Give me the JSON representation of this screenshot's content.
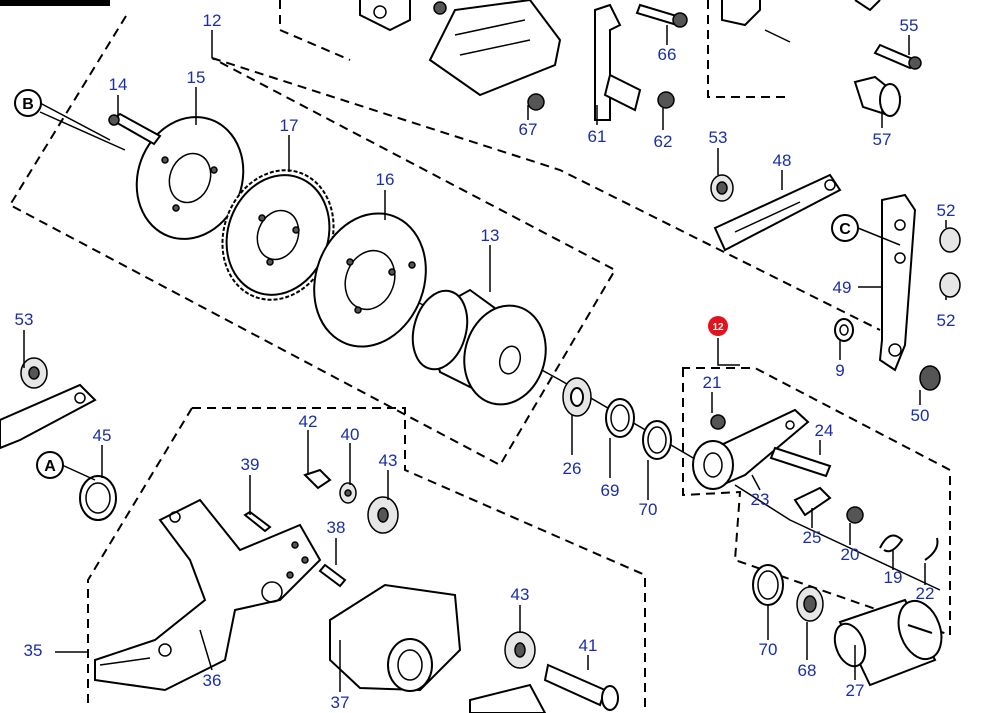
{
  "colors": {
    "label": "#1a2ea8",
    "line": "#000000",
    "marker": "#e0141e",
    "background": "#ffffff"
  },
  "callouts": {
    "b": "B",
    "a": "A",
    "c": "C"
  },
  "marker_label": "12",
  "labels": {
    "p12": "12",
    "p14": "14",
    "p15": "15",
    "p17": "17",
    "p16": "16",
    "p13": "13",
    "p53a": "53",
    "p45": "45",
    "p35": "35",
    "p36": "36",
    "p37": "37",
    "p42": "42",
    "p40": "40",
    "p43a": "43",
    "p39": "39",
    "p38": "38",
    "p43b": "43",
    "p41": "41",
    "p26": "26",
    "p69": "69",
    "p70a": "70",
    "p21": "21",
    "p24": "24",
    "p23": "23",
    "p25": "25",
    "p20": "20",
    "p19": "19",
    "p22": "22",
    "p70b": "70",
    "p68": "68",
    "p27": "27",
    "p66": "66",
    "p55": "55",
    "p67": "67",
    "p61": "61",
    "p62": "62",
    "p57": "57",
    "p53b": "53",
    "p48": "48",
    "p52a": "52",
    "p49": "49",
    "p52b": "52",
    "p9": "9",
    "p50": "50"
  }
}
